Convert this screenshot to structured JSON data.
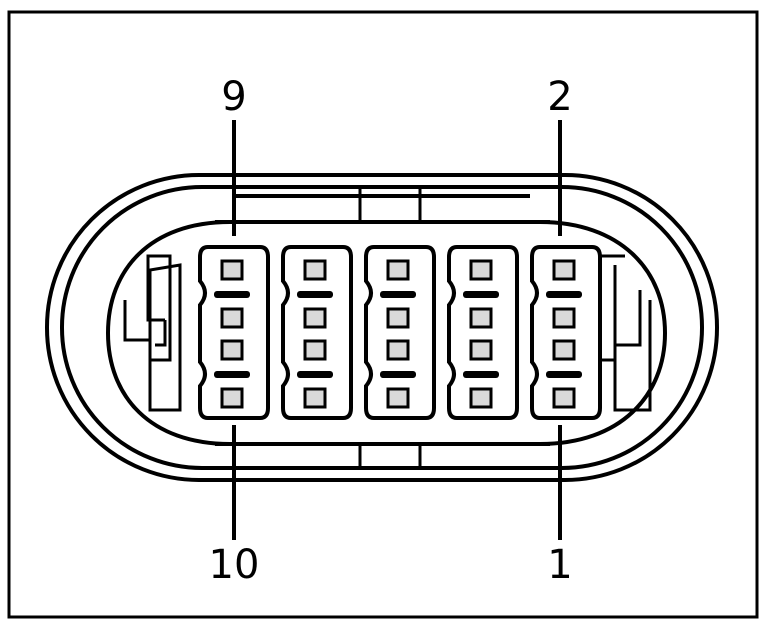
{
  "colors": {
    "line": "#000000",
    "background": "#ffffff",
    "terminal_fill": "#d9d9d9"
  },
  "pin_labels": {
    "top_left": "9",
    "top_right": "2",
    "bottom_left": "10",
    "bottom_right": "1"
  },
  "cavity_count": 5
}
